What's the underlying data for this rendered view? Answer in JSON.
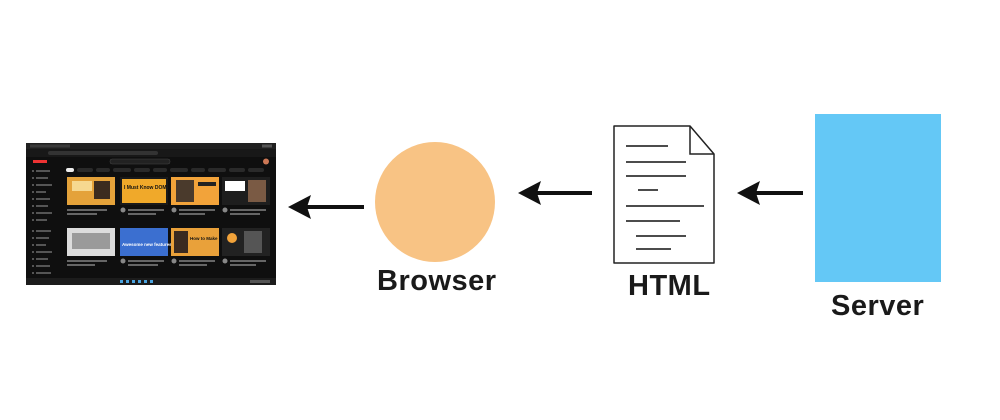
{
  "diagram": {
    "nodes": {
      "server": {
        "label": "Server",
        "color": "#64c8f6"
      },
      "html": {
        "label": "HTML"
      },
      "browser": {
        "label": "Browser",
        "color": "#f8c384"
      },
      "screenshot": {
        "thumbnails": [
          {
            "text": "I Must Know DOM Traversal Methods"
          },
          {
            "text": "Awesome new features"
          },
          {
            "text": "How to Make Money Coding"
          }
        ]
      }
    },
    "arrow_color": "#111111"
  }
}
